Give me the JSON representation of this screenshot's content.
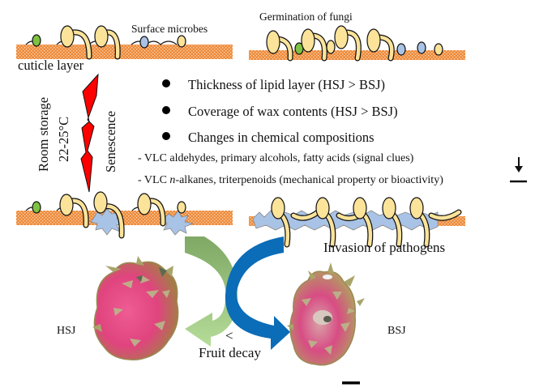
{
  "labels": {
    "surface_microbes": "Surface microbes",
    "germination": "Germination of fungi",
    "cuticle_layer": "cuticle layer",
    "room_storage": "Room storage",
    "temperature": "22-25°C",
    "senescence": "Senescence",
    "invasion": "Invasion of pathogens",
    "fruit_decay": "Fruit decay",
    "less_than": "<",
    "hsj": "HSJ",
    "bsj": "BSJ"
  },
  "bullets": [
    "Thickness of lipid layer (HSJ > BSJ)",
    "Coverage of wax contents (HSJ > BSJ)",
    "Changes in chemical compositions"
  ],
  "sub_items": [
    {
      "prefix": "- VLC aldehydes, primary alcohols, fatty acids (signal clues)",
      "indicator": "down-arrow"
    },
    {
      "prefix": "- VLC ",
      "italic": "n",
      "suffix": "-alkanes, triterpenoids (mechanical property or bioactivity)",
      "indicator": "no-change-dash"
    }
  ],
  "colors": {
    "cuticle": "#ee8a3a",
    "spore": "#fbe39a",
    "green_microbe": "#7dc242",
    "blue_microbe": "#a9c3e6",
    "lightning": "#ff0000",
    "arrow_green_dark": "#7fa865",
    "arrow_green_light": "#a9d18e",
    "arrow_blue": "#0b6cb8",
    "fruit_pink": "#e0447e",
    "fruit_green": "#a9a46a"
  }
}
